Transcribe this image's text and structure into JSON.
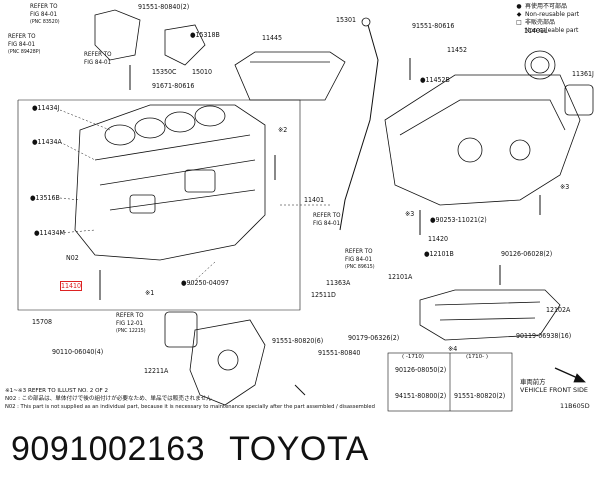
{
  "legend": {
    "items": [
      {
        "mark": "●",
        "text": "再使用不可部品"
      },
      {
        "mark": "◆",
        "text": "Non-reusable part"
      },
      {
        "mark": "",
        "text": "非販売部品"
      },
      {
        "mark": "",
        "text": "Non-saleable part"
      }
    ]
  },
  "labels": {
    "l_ref_fig84_01a": "REFER TO",
    "l_ref_fig84_01a2": "FIG 84-01",
    "l_ref_pnc83520": "(PNC 83520)",
    "l_ref_fig84_01b": "REFER TO",
    "l_ref_fig84_01b2": "FIG 84-01",
    "l_ref_pnc89428p": "(PNC 89428P)",
    "l_ref_fig84_01c": "REFER TO",
    "l_ref_fig84_01c2": "FIG 84-01",
    "l_91551_80840": "91551-80840(2)",
    "l_15318b": "●15318B",
    "l_15350c": "15350C",
    "l_15010": "15010",
    "l_91671_80616": "91671-80616",
    "l_11445": "11445",
    "l_15301": "15301",
    "l_91551_80616": "91551-80616",
    "l_11452": "11452",
    "l_11452b": "●11452B",
    "l_11401l": "11401L",
    "l_11361j": "11361J",
    "l_11434j": "●11434J",
    "l_11434a": "●11434A",
    "l_13516b": "●13516B",
    "l_11434m": "●11434M",
    "l_n02": "N02",
    "l_11410": "11410",
    "l_star1": "※1",
    "l_star2": "※2",
    "l_star3a": "※3",
    "l_star3b": "※3",
    "l_11401": "11401",
    "l_ref_fig84_01d": "REFER TO",
    "l_ref_fig84_01d2": "FIG 84-01",
    "l_ref_fig84_01e": "REFER TO",
    "l_ref_fig84_01e2": "FIG 84-01",
    "l_ref_pnc89615": "(PNC 89615)",
    "l_90250": "●90250-04097",
    "l_11363a": "11363A",
    "l_12511d": "12511D",
    "l_90253": "●90253-11021(2)",
    "l_11420": "11420",
    "l_12101b": "●12101B",
    "l_90126_06028": "90126-06028(2)",
    "l_12101a": "12101A",
    "l_12102a": "12102A",
    "l_90119_06938": "90119-06938(16)",
    "l_15708": "15708",
    "l_ref_fig12_01": "REFER TO",
    "l_ref_fig12_01b": "FIG 12-01",
    "l_ref_pnc12215": "(PNC 12215)",
    "l_90110_06040": "90110-06040(4)",
    "l_91551_80820a": "91551-80820(6)",
    "l_91551_80840b": "91551-80840",
    "l_90179_06326": "90179-06326(2)",
    "l_star4": "※4",
    "l_12211a": "12211A",
    "l_box_head1": "(  -1710)",
    "l_box_head2": "(1710-  )",
    "l_90126_08050": "90126-08050(2)",
    "l_94151_80800": "94151-80800(2)",
    "l_91551_80820b": "91551-80820(2)"
  },
  "notes": [
    "※1~※3 REFER TO ILLUST NO. 2 OF 2",
    "N02 : この部品は、単体付けで後の組付けが必要なため、単品では販売されません",
    "N02 : This part is not supplied as an individual part, because it is necessary to maintenance specially after the part assembled / disassembled"
  ],
  "front": {
    "jp": "車両前方",
    "en": "VEHICLE FRONT SIDE"
  },
  "illustration_no": "11B605D",
  "caption": {
    "part_number": "9091002163",
    "brand": "TOYOTA"
  },
  "highlight_color": "#dd2222"
}
